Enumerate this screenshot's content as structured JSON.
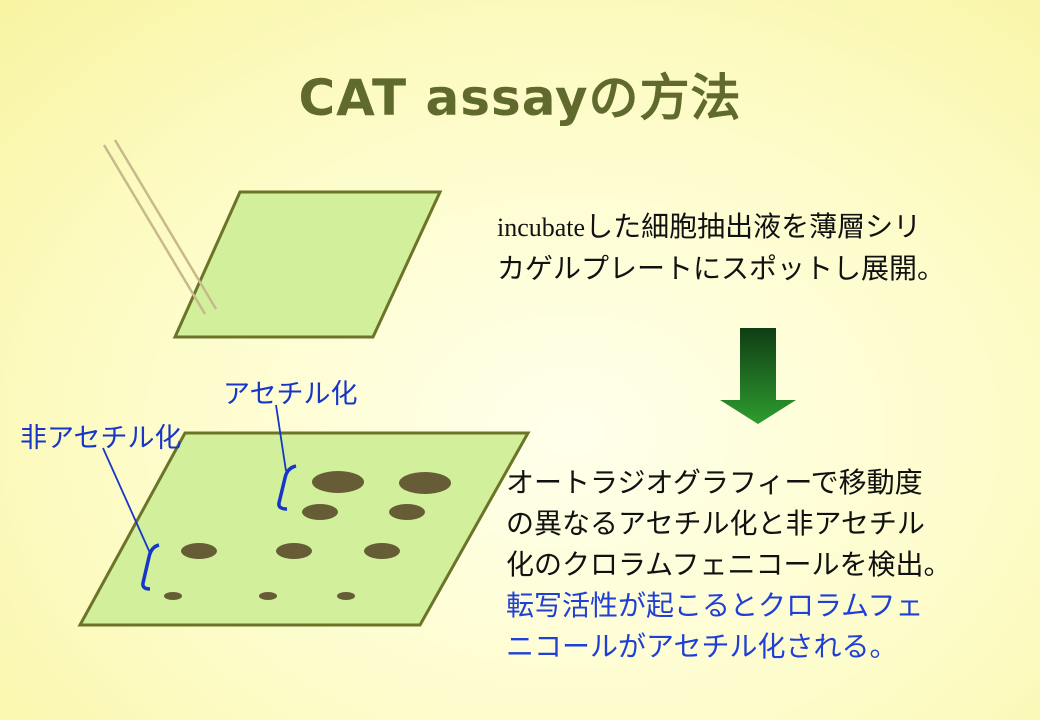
{
  "title": "CAT assayの方法",
  "step1": {
    "lead": "incubate",
    "line1_rest": "した細胞抽出液を薄層シリ",
    "line2": "カゲルプレートにスポットし展開。"
  },
  "step2": {
    "lines": [
      "オートラジオグラフィーで移動度",
      "の異なるアセチル化と非アセチル",
      "化のクロラムフェニコールを検出。"
    ],
    "highlight_lines": [
      "転写活性が起こるとクロラムフェ",
      "ニコールがアセチル化される。"
    ]
  },
  "labels": {
    "acetylated": "アセチル化",
    "non_acetylated": "非アセチル化"
  },
  "colors": {
    "title": "#5f6a2c",
    "plate_fill": "#d2ef9c",
    "plate_stroke": "#6b7428",
    "spot": "#665c36",
    "label_blue": "#1736c8",
    "arrow_top": "#0f3d14",
    "arrow_bottom": "#2f9c2f"
  }
}
